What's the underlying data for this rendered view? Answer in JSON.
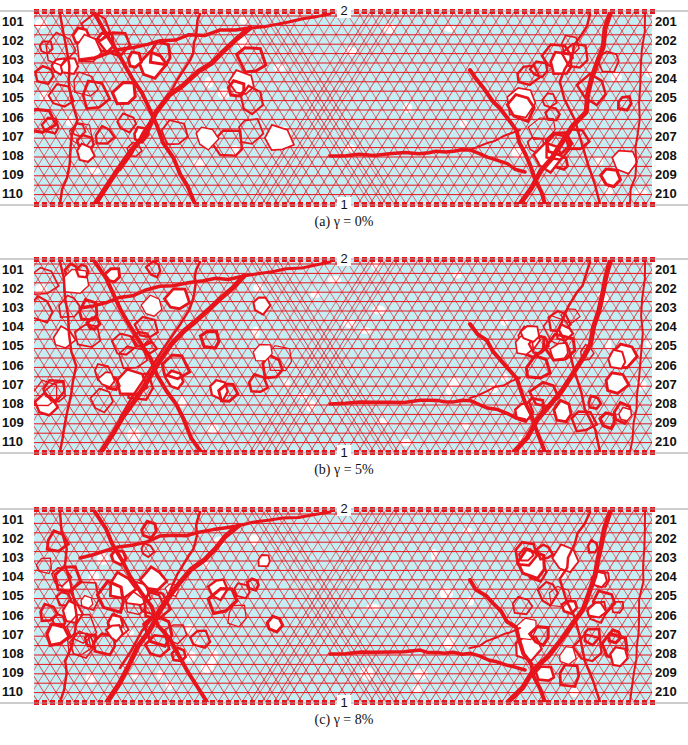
{
  "diagram": {
    "labels": [
      "2",
      "101",
      "201",
      "102",
      "202",
      "103",
      "203",
      "104",
      "204",
      "105",
      "205",
      "106",
      "206",
      "107",
      "207",
      "108",
      "208",
      "109",
      "209",
      "110",
      "210",
      "1",
      "(a) γ = 0%",
      "2",
      "101",
      "201",
      "102",
      "202",
      "103",
      "203",
      "104",
      "204",
      "105",
      "205",
      "106",
      "206",
      "107",
      "207",
      "108",
      "208",
      "109",
      "209",
      "110",
      "210",
      "1",
      "(b) γ = 5%",
      "2",
      "101",
      "201",
      "102",
      "202",
      "103",
      "203",
      "104",
      "204",
      "105",
      "205",
      "106",
      "206",
      "107",
      "207",
      "108",
      "208",
      "109",
      "209",
      "110",
      "210",
      "1",
      "(c) γ = 8%"
    ]
  }
}
